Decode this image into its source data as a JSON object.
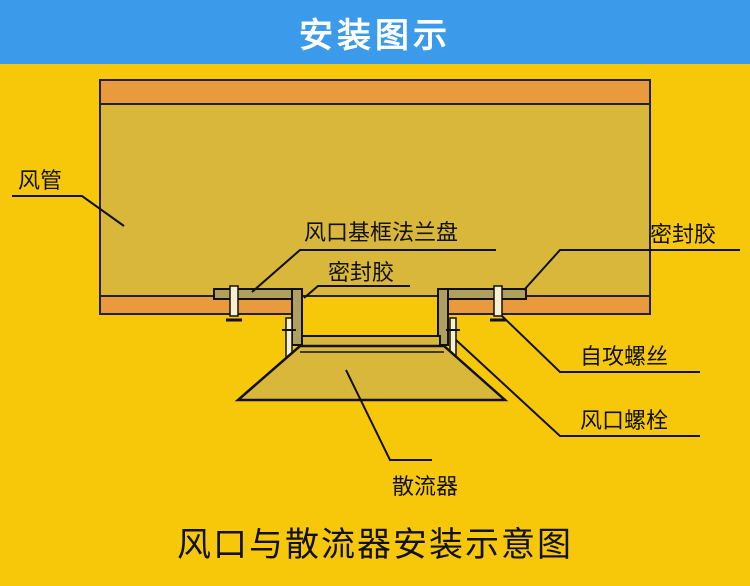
{
  "header": {
    "title": "安装图示"
  },
  "labels": {
    "duct": "风管",
    "base_frame_flange": "风口基框法兰盘",
    "sealant_left": "密封胶",
    "sealant_right": "密封胶",
    "self_tapping_screw": "自攻螺丝",
    "vent_bolt": "风口螺栓",
    "diffuser": "散流器"
  },
  "caption": "风口与散流器安装示意图",
  "colors": {
    "header_bg": "#3b9bea",
    "background": "#f7c80a",
    "duct_fill": "#d8b73b",
    "wood_strip": "#e89a3c"
  }
}
